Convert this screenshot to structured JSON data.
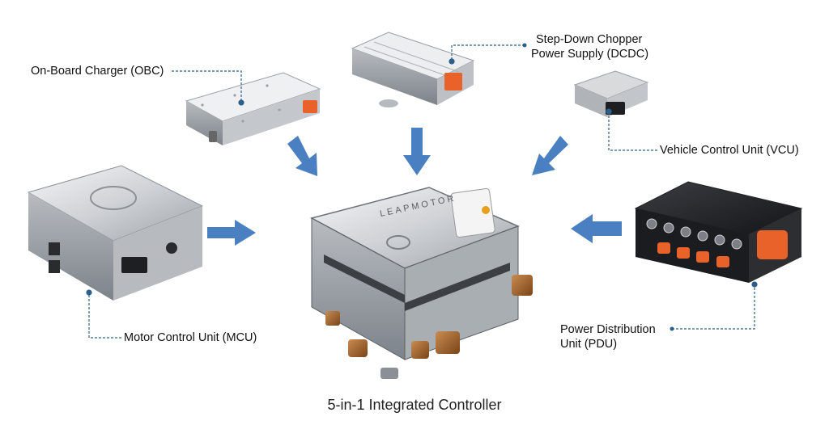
{
  "labels": {
    "obc": "On-Board Charger (OBC)",
    "dcdc_line1": "Step-Down Chopper",
    "dcdc_line2": "Power Supply (DCDC)",
    "vcu": "Vehicle Control Unit (VCU)",
    "mcu": "Motor Control Unit (MCU)",
    "pdu_line1": "Power Distribution",
    "pdu_line2": "Unit (PDU)"
  },
  "caption": "5-in-1 Integrated Controller",
  "center_unit": {
    "brand_text": "LEAPMOTOR"
  },
  "colors": {
    "arrow": "#4a7fc1",
    "leader": "#2d5f8a",
    "connector_orange": "#e8622a",
    "connector_bronze": "#a35f2a",
    "metal": "#c9ccd0"
  }
}
